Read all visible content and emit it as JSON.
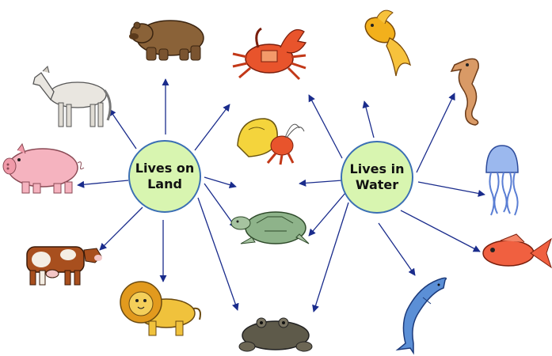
{
  "hubs": {
    "land": {
      "label": "Lives on\nLand",
      "color": "#d8f5b0"
    },
    "water": {
      "label": "Lives in\nWater",
      "color": "#d8f5b0"
    }
  },
  "colors": {
    "arrow": "#1a2c8c",
    "hub_border": "#3b6fb4"
  },
  "animals": [
    {
      "id": "bear",
      "icon": "bear-icon",
      "group": "land"
    },
    {
      "id": "horse",
      "icon": "horse-icon",
      "group": "land"
    },
    {
      "id": "pig",
      "icon": "pig-icon",
      "group": "land"
    },
    {
      "id": "cow",
      "icon": "cow-icon",
      "group": "land"
    },
    {
      "id": "lion",
      "icon": "lion-icon",
      "group": "land"
    },
    {
      "id": "crab",
      "icon": "crab-icon",
      "group": "both"
    },
    {
      "id": "hermit-crab",
      "icon": "hermit-crab-icon",
      "group": "both"
    },
    {
      "id": "turtle",
      "icon": "turtle-icon",
      "group": "both"
    },
    {
      "id": "frog",
      "icon": "frog-icon",
      "group": "both"
    },
    {
      "id": "goldfish",
      "icon": "goldfish-icon",
      "group": "water"
    },
    {
      "id": "seahorse",
      "icon": "seahorse-icon",
      "group": "water"
    },
    {
      "id": "jellyfish",
      "icon": "jellyfish-icon",
      "group": "water"
    },
    {
      "id": "red-fish",
      "icon": "fish-icon",
      "group": "water"
    },
    {
      "id": "dolphin",
      "icon": "dolphin-icon",
      "group": "water"
    }
  ]
}
